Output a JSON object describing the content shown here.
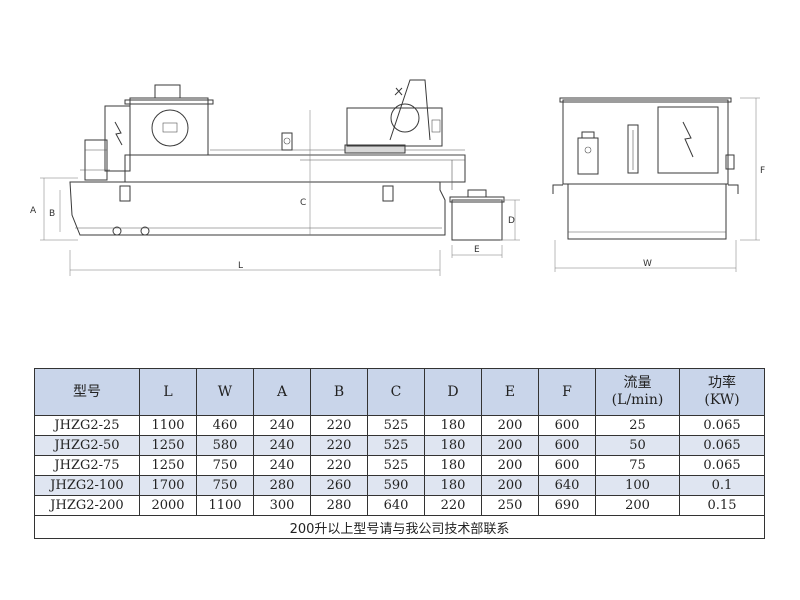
{
  "drawing": {
    "dimension_labels": {
      "A": "A",
      "B": "B",
      "C": "C",
      "D": "D",
      "E": "E",
      "L": "L",
      "W": "W",
      "F": "F"
    }
  },
  "table": {
    "headers": [
      {
        "line1": "型号",
        "line2": ""
      },
      {
        "line1": "L",
        "line2": ""
      },
      {
        "line1": "W",
        "line2": ""
      },
      {
        "line1": "A",
        "line2": ""
      },
      {
        "line1": "B",
        "line2": ""
      },
      {
        "line1": "C",
        "line2": ""
      },
      {
        "line1": "D",
        "line2": ""
      },
      {
        "line1": "E",
        "line2": ""
      },
      {
        "line1": "F",
        "line2": ""
      },
      {
        "line1": "流量",
        "line2": "(L/min)"
      },
      {
        "line1": "功率",
        "line2": "(KW)"
      }
    ],
    "rows": [
      [
        "JHZG2-25",
        "1100",
        "460",
        "240",
        "220",
        "525",
        "180",
        "200",
        "600",
        "25",
        "0.065"
      ],
      [
        "JHZG2-50",
        "1250",
        "580",
        "240",
        "220",
        "525",
        "180",
        "200",
        "600",
        "50",
        "0.065"
      ],
      [
        "JHZG2-75",
        "1250",
        "750",
        "240",
        "220",
        "525",
        "180",
        "200",
        "600",
        "75",
        "0.065"
      ],
      [
        "JHZG2-100",
        "1700",
        "750",
        "280",
        "260",
        "590",
        "180",
        "200",
        "640",
        "100",
        "0.1"
      ],
      [
        "JHZG2-200",
        "2000",
        "1100",
        "300",
        "280",
        "640",
        "220",
        "250",
        "690",
        "200",
        "0.15"
      ]
    ],
    "footer": "200升以上型号请与我公司技术部联系"
  }
}
